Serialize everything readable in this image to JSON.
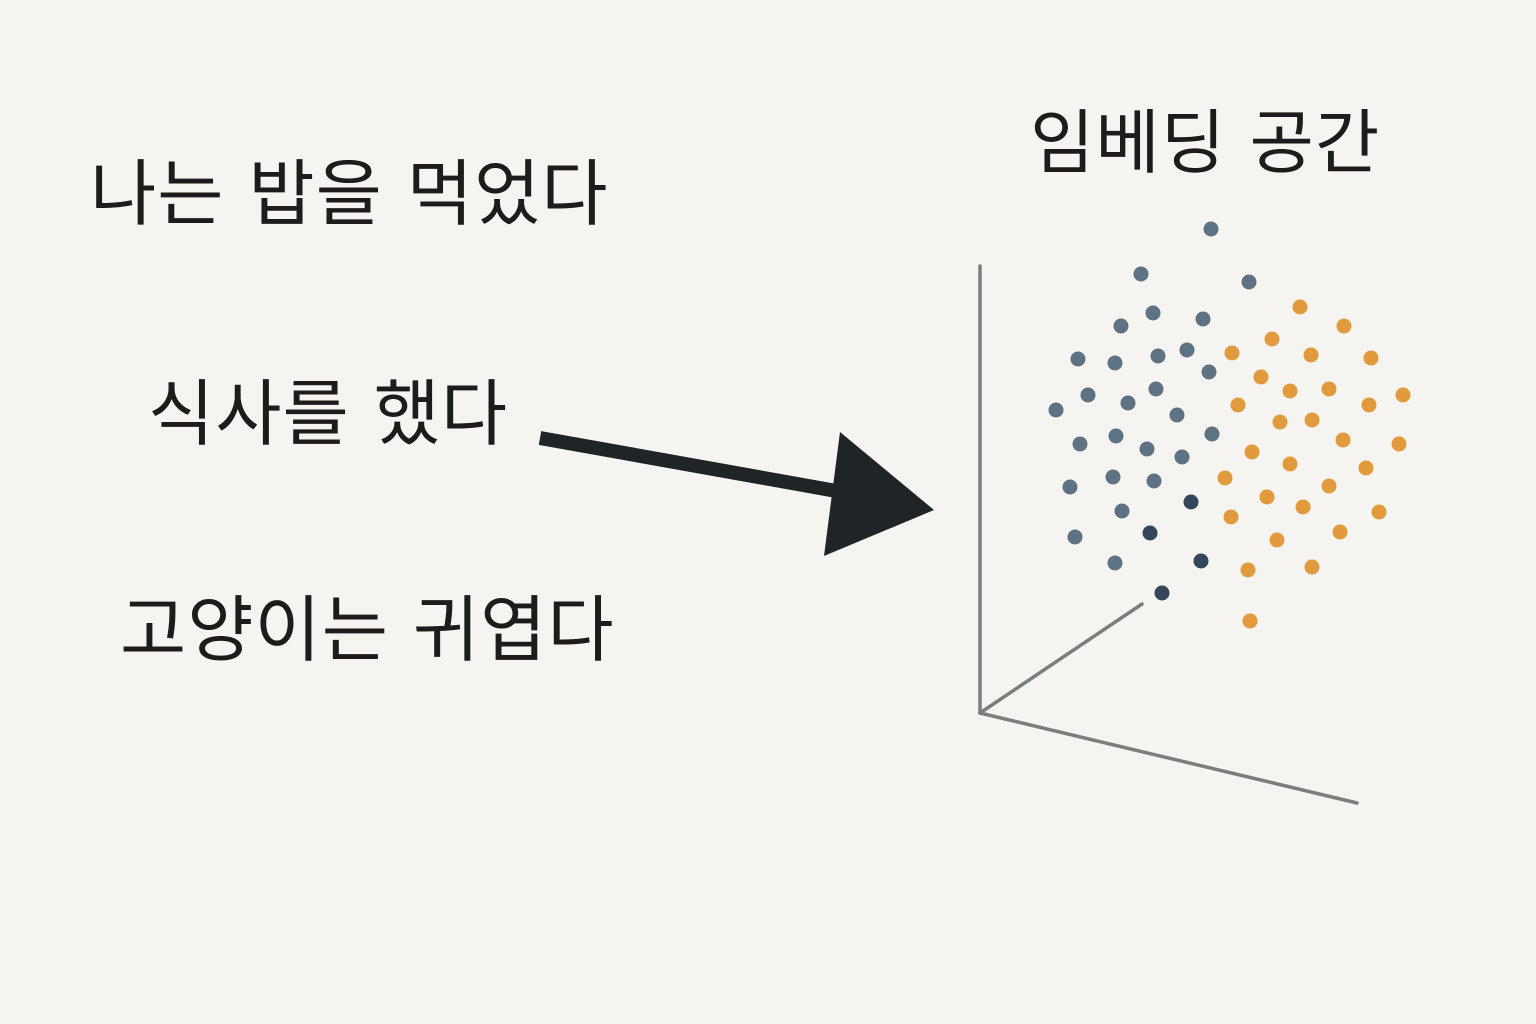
{
  "sentences": [
    "나는 밥을 먹었다",
    "식사를 했다",
    "고양이는 귀엽다"
  ],
  "embedding_space": {
    "title": "임베딩 공간"
  },
  "colors": {
    "background": "#f5f4f0",
    "text": "#1c1c1c",
    "arrow": "#1f2527",
    "axes": "#7b7d7f",
    "cluster_blue": "#5d7282",
    "cluster_blue_dark": "#33475a",
    "cluster_orange": "#e19b3c"
  }
}
